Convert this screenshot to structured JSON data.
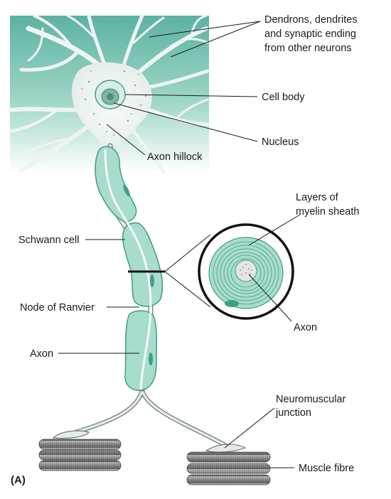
{
  "labels": {
    "dendrons_line1": "Dendrons, dendrites",
    "dendrons_line2": "and synaptic ending",
    "dendrons_line3": "from other neurons",
    "cell_body": "Cell body",
    "nucleus": "Nucleus",
    "axon_hillock": "Axon hillock",
    "myelin_line1": "Layers of",
    "myelin_line2": "myelin sheath",
    "schwann_cell": "Schwann cell",
    "node_of_ranvier": "Node of Ranvier",
    "axon_left": "Axon",
    "axon_inset": "Axon",
    "nmj_line1": "Neuromuscular",
    "nmj_line2": "junction",
    "muscle_fibre": "Muscle fibre",
    "panel": "(A)"
  },
  "colors": {
    "background_teal": "#6fbfae",
    "cell_fill": "#eef4f2",
    "myelin_fill": "#a8dccd",
    "myelin_stroke": "#3f9e85",
    "axon_core": "#dfe6e4",
    "nucleus": "#8fc9b9",
    "muscle": "#9a9a9a"
  }
}
